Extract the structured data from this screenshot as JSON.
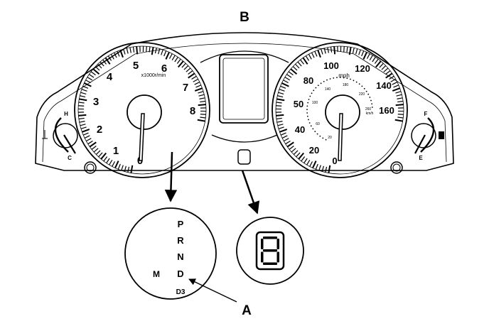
{
  "callouts": {
    "top": "B",
    "arrow": "A"
  },
  "tachometer": {
    "unit": "x1000r/min",
    "numbers": [
      "0",
      "1",
      "2",
      "3",
      "4",
      "5",
      "6",
      "7",
      "8"
    ]
  },
  "speedometer": {
    "unit": "mph",
    "unit_inner": "km/h",
    "mph_numbers": [
      "0",
      "20",
      "40",
      "50",
      "80",
      "100",
      "120",
      "140",
      "160"
    ],
    "kmh_numbers": [
      "20",
      "60",
      "100",
      "140",
      "180",
      "220",
      "260"
    ]
  },
  "temp_gauge": {
    "hot": "H",
    "cold": "C"
  },
  "fuel_gauge": {
    "full": "F",
    "empty": "E"
  },
  "gear_indicator": {
    "letters": [
      "P",
      "R",
      "N",
      "D",
      "D3"
    ],
    "manual": "M"
  },
  "digit_display": {
    "value": "8"
  }
}
